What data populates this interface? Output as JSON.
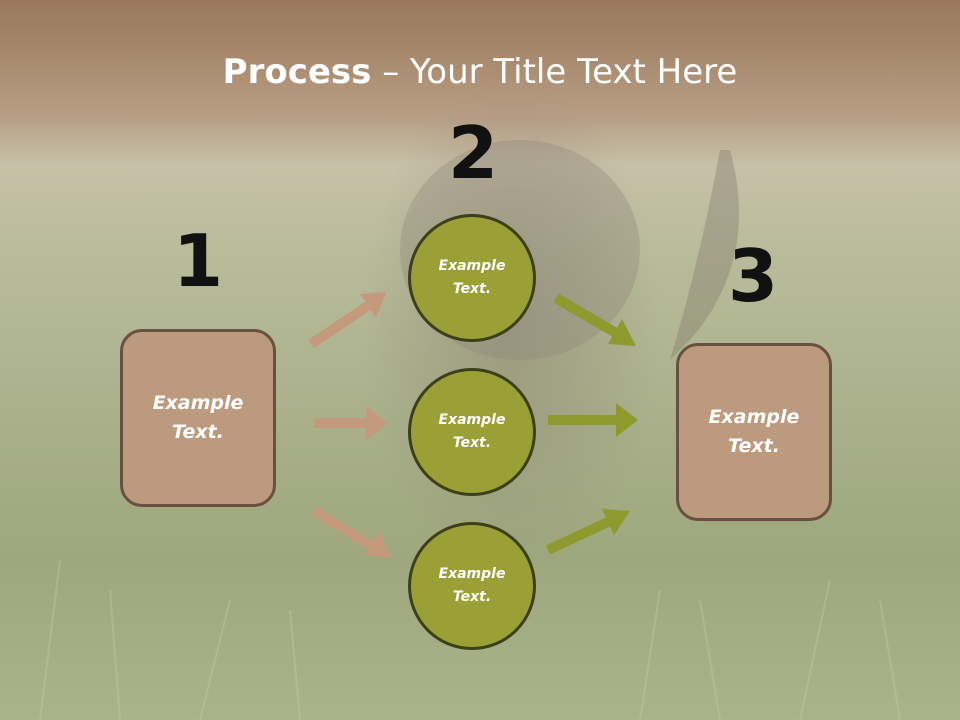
{
  "title": {
    "strong": "Process",
    "dash": " – ",
    "rest": "Your Title Text Here"
  },
  "steps": {
    "one": "1",
    "two": "2",
    "three": "3"
  },
  "left_box": {
    "text": "Example Text."
  },
  "right_box": {
    "text": "Example Text."
  },
  "circles": [
    {
      "text": "Example Text."
    },
    {
      "text": "Example Text."
    },
    {
      "text": "Example Text."
    }
  ],
  "colors": {
    "box_fill": "#bc9a7d",
    "box_border": "#6a5040",
    "circle_fill": "#9aa036",
    "circle_border": "#3c4018",
    "arrow_left": "#c49a7c",
    "arrow_right": "#8e9a2e",
    "number_color": "#111111",
    "title_color": "#ffffff"
  }
}
